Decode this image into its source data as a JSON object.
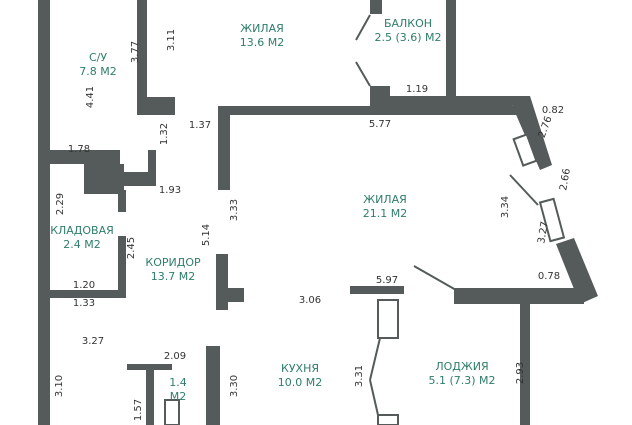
{
  "colors": {
    "wall": "#545b5a",
    "room_label": "#2e7d6b",
    "dimension": "#333333",
    "background": "#ffffff"
  },
  "rooms": {
    "living_top": {
      "name": "ЖИЛАЯ",
      "area": "13.6 М2"
    },
    "balcony": {
      "name": "БАЛКОН",
      "area": "2.5 (3.6) М2"
    },
    "bathroom": {
      "name": "С/У",
      "area": "7.8 М2"
    },
    "living_center": {
      "name": "ЖИЛАЯ",
      "area": "21.1 М2"
    },
    "storage": {
      "name": "КЛАДОВАЯ",
      "area": "2.4 М2"
    },
    "corridor": {
      "name": "КОРИДОР",
      "area": "13.7 М2"
    },
    "kitchen": {
      "name": "КУХНЯ",
      "area": "10.0 М2"
    },
    "loggia": {
      "name": "ЛОДЖИЯ",
      "area": "5.1 (7.3) М2"
    },
    "wc": {
      "name": "1.4",
      "area": "М2"
    }
  },
  "dimensions": {
    "d_3_11": "3.11",
    "d_3_77": "3.77",
    "d_4_41": "4.41",
    "d_1_32": "1.32",
    "d_1_37": "1.37",
    "d_1_19": "1.19",
    "d_0_82": "0.82",
    "d_2_76": "2.76",
    "d_5_77": "5.77",
    "d_1_78": "1.78",
    "d_1_93": "1.93",
    "d_2_29": "2.29",
    "d_3_33": "3.33",
    "d_5_14": "5.14",
    "d_3_34": "3.34",
    "d_2_66": "2.66",
    "d_3_27_right": "3.27",
    "d_2_45": "2.45",
    "d_0_78": "0.78",
    "d_1_20": "1.20",
    "d_1_33": "1.33",
    "d_5_97": "5.97",
    "d_3_06": "3.06",
    "d_3_27_left": "3.27",
    "d_2_09": "2.09",
    "d_3_31": "3.31",
    "d_3_10": "3.10",
    "d_3_30": "3.30",
    "d_2_93": "2.93",
    "d_1_57": "1.57"
  }
}
